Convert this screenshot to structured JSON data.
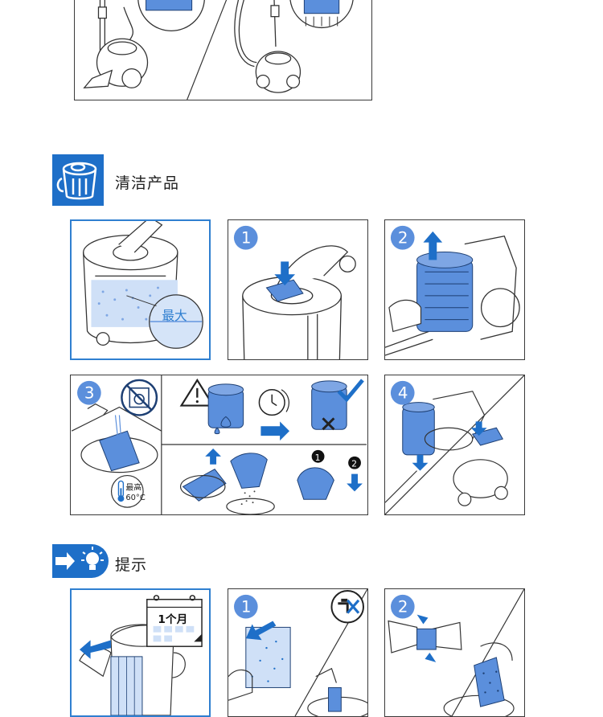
{
  "sections": {
    "cleaning": {
      "title": "清洁产品"
    },
    "tips": {
      "title": "提示"
    }
  },
  "labels": {
    "max_fill": "最大",
    "max_temp_line1": "最高",
    "max_temp_line2": "60°C",
    "interval": "1个月"
  },
  "steps": {
    "one": "1",
    "two": "2",
    "three": "3",
    "four": "4",
    "sub_one": "1",
    "sub_two": "2"
  },
  "icons": {
    "cleaning_section": "dust-container-icon",
    "tips_section": "arrow-lightbulb-icon",
    "no_washing_machine": "no-washing-machine-icon",
    "warning": "warning-triangle-icon",
    "timer": "clock-icon",
    "no_tap": "no-water-tap-icon"
  },
  "colors": {
    "brand_blue": "#1e6fc8",
    "part_blue": "#5b8fdc",
    "panel_border": "#3a3a3a",
    "highlight_border": "#2f7fd0"
  }
}
